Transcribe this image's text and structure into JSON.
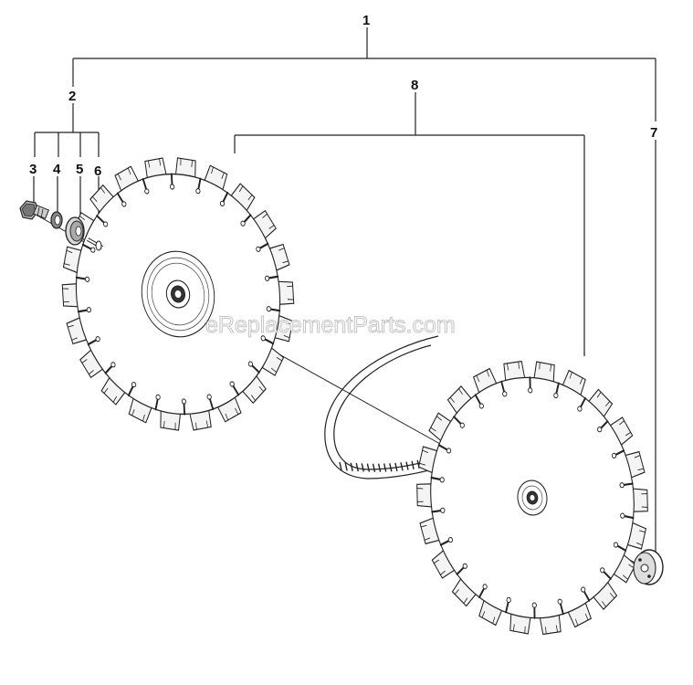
{
  "diagram": {
    "callouts": [
      {
        "id": "1",
        "label": "1"
      },
      {
        "id": "2",
        "label": "2"
      },
      {
        "id": "3",
        "label": "3"
      },
      {
        "id": "4",
        "label": "4"
      },
      {
        "id": "5",
        "label": "5"
      },
      {
        "id": "6",
        "label": "6"
      },
      {
        "id": "7",
        "label": "7"
      },
      {
        "id": "8",
        "label": "8"
      }
    ],
    "watermark": "eReplacementParts.com"
  },
  "colors": {
    "ink": "#222222",
    "segment_fill": "#f4f4f4",
    "watermark_outline": "#c4c4c4"
  }
}
